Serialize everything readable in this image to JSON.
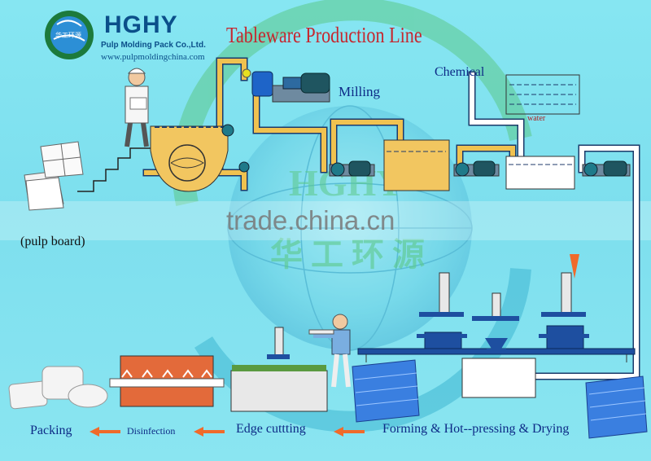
{
  "header": {
    "brand": "HGHY",
    "company": "Pulp Molding Pack Co.,Ltd.",
    "website": "www.pulpmoldingchina.com",
    "logo_text": "华工环源"
  },
  "title": "Tableware Production Line",
  "labels": {
    "milling": "Milling",
    "chemical": "Chemical",
    "water": "water",
    "pulp_board": "(pulp board)",
    "packing": "Packing",
    "disinfection": "Disinfection",
    "edge_cutting": "Edge cuttting",
    "forming": "Forming & Hot--pressing & Drying"
  },
  "watermark": {
    "site": "trade.china.cn",
    "chinese": "华工环源",
    "globe_letters": "HGHY"
  },
  "colors": {
    "background": "#7fe0ee",
    "title": "#c6262e",
    "label": "#0d2a86",
    "pipe": "#f0c250",
    "tank_fill": "#f2c660",
    "arrow": "#f06a2a",
    "machine_blue": "#1e4fa0",
    "crate_blue": "#3a7fe0"
  }
}
